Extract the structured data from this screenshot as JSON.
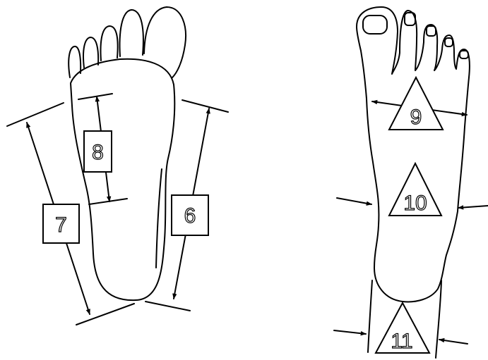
{
  "diagram": {
    "labels": {
      "m6": "6",
      "m7": "7",
      "m8": "8",
      "m9": "9",
      "m10": "10",
      "m11": "11"
    },
    "marker_shapes": {
      "square": [
        "6",
        "7",
        "8"
      ],
      "triangle": [
        "9",
        "10",
        "11"
      ]
    },
    "colors": {
      "stroke": "#000000",
      "background": "#ffffff"
    }
  }
}
